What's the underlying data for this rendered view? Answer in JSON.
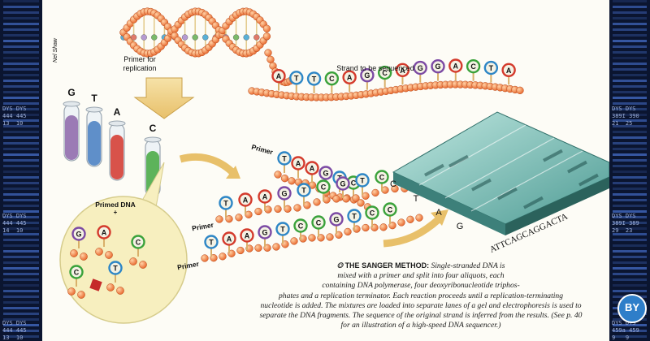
{
  "labels": {
    "credit": "Nel Shaw",
    "primer_for_replication": "Primer for\nreplication",
    "strand_to_be_sequenced": "Strand to be sequenced",
    "primed_dna": "Primed DNA",
    "plus": "+",
    "primer": "Primer"
  },
  "template_strand": [
    "A",
    "T",
    "T",
    "C",
    "A",
    "G",
    "C",
    "A",
    "G",
    "G",
    "A",
    "C",
    "T",
    "A"
  ],
  "tubes": [
    {
      "letter": "G",
      "color": "#9b7bb5"
    },
    {
      "letter": "T",
      "color": "#5f8fc9"
    },
    {
      "letter": "A",
      "color": "#d8524a"
    },
    {
      "letter": "C",
      "color": "#5db35a"
    }
  ],
  "fragments": [
    {
      "primer_label": "Primer",
      "bases": [
        "T",
        "A",
        "A",
        "G",
        "T",
        "C"
      ]
    },
    {
      "primer_label": "Primer",
      "bases": [
        "T",
        "A",
        "A",
        "G",
        "T",
        "C",
        "G",
        "T",
        "C"
      ]
    },
    {
      "primer_label": "Primer",
      "bases": [
        "T",
        "A",
        "A",
        "G",
        "T",
        "C",
        "C",
        "G",
        "T",
        "C",
        "C"
      ]
    }
  ],
  "primed_dna_bases": [
    "G",
    "A",
    "C",
    "C",
    "T"
  ],
  "gel": {
    "lane_letters": [
      "C",
      "T",
      "A",
      "G"
    ],
    "sequence_text": "ATTCAGCAGGACTA"
  },
  "caption": {
    "title": "THE SANGER METHOD:",
    "lines": [
      "Single-stranded DNA is",
      "mixed with a primer and split into four aliquots, each",
      "containing DNA polymerase, four deoxyribonucleotide triphos-",
      "phates and a replication terminator. Each reaction proceeds until a replication-terminating",
      "nucleotide is added. The mixtures are loaded into separate lanes of a gel and electrophoresis is used to",
      "separate the DNA fragments. The sequence of the original strand is inferred from the results. (See p. 40",
      "for an illustration of a high-speed DNA sequencer.)"
    ]
  },
  "sidebar": {
    "left_text": [
      "DYS DYS",
      "444 445",
      "13  10",
      "DYS DYS",
      "444 445",
      "14  10",
      "DYS DYS",
      "444 445",
      "13  10"
    ],
    "right_text": [
      "DYS DYS",
      "389I 390",
      "21  25",
      "DYS DYS",
      "389I 389",
      "29  23",
      "DYS DYS",
      "459a 459",
      "9   9"
    ]
  },
  "badge": "BY",
  "colors": {
    "A": "#d43a2c",
    "T": "#2d86c6",
    "G": "#7c4aa4",
    "C": "#3aa23a",
    "bead": "#f07a3a"
  }
}
